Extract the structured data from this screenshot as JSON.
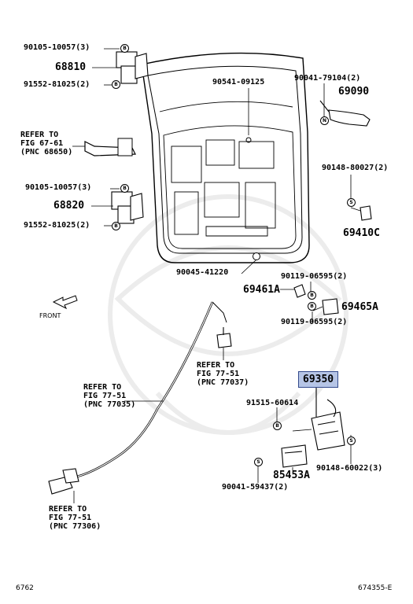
{
  "callouts": {
    "c1": "90105-10057(3)",
    "c2": "68810",
    "c3": "91552-81025(2)",
    "c4": "90541-09125",
    "c5": "90041-79104(2)",
    "c6": "69090",
    "c7": "90148-80027(2)",
    "c8": "90105-10057(3)",
    "c9": "68820",
    "c10": "91552-81025(2)",
    "c11": "69410C",
    "c12": "90045-41220",
    "c13": "90119-06595(2)",
    "c14": "69461A",
    "c15": "69465A",
    "c16": "90119-06595(2)",
    "c17": "69350",
    "c18": "91515-60614",
    "c19": "85453A",
    "c20": "90148-60022(3)",
    "c21": "90041-59437(2)"
  },
  "refs": {
    "r1": "REFER TO\nFIG 67-61\n(PNC 68650)",
    "r2": "REFER TO\nFIG 77-51\n(PNC 77037)",
    "r3": "REFER TO\nFIG 77-51\n(PNC 77035)",
    "r4": "REFER TO\nFIG 77-51\n(PNC 77306)"
  },
  "direction_label": "FRONT",
  "markers": {
    "m1": "B",
    "m2": "B",
    "m3": "N",
    "m4": "S",
    "m5": "B",
    "m6": "B",
    "m7": "B",
    "m8": "B",
    "m9": "B",
    "m10": "S",
    "m11": "S"
  },
  "footer": {
    "left": "6762",
    "right": "674355-E"
  },
  "colors": {
    "highlight_fill": "#b6c5e6",
    "highlight_border": "#334a8c",
    "line": "#000000"
  }
}
